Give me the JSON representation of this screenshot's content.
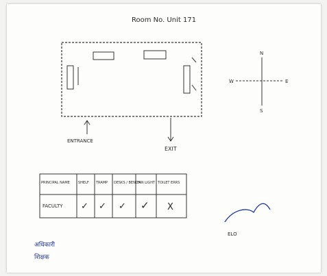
{
  "header": {
    "room_label": "Room No. Unit 171"
  },
  "diagram": {
    "entrance_label": "ENTRANCE",
    "exit_label": "EXIT",
    "compass": {
      "north": "N",
      "south": "S",
      "east": "E",
      "west": "W"
    }
  },
  "table": {
    "header": [
      "PRINCIPAL NAME",
      "SHELF",
      "TRAMP",
      "DESKS / BENCH",
      "FAN LIGHT",
      "TOILET ERRS"
    ],
    "row": [
      "FACULTY",
      "✓",
      "✓",
      "✓",
      "✓",
      "X"
    ]
  },
  "signatures": {
    "officer_title": "ELO",
    "bottom_left_line1": "अधिकारी",
    "bottom_left_line2": "शिक्षक"
  },
  "colors": {
    "ink": "#2a2a2a",
    "blue_ink": "#2036a8",
    "paper": "#fdfdfb"
  }
}
